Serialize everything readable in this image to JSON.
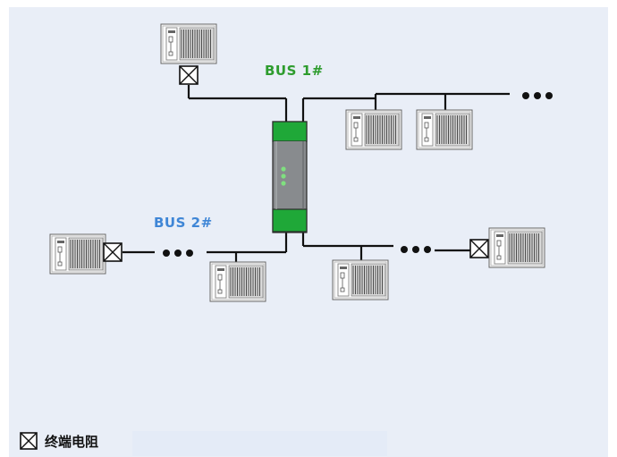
{
  "bus1": {
    "label": "BUS 1#",
    "color": "#2e9c2e"
  },
  "bus2": {
    "label": "BUS 2#",
    "color": "#3f86d6"
  },
  "legend": {
    "text": "终端电阻",
    "icon": "terminal-resistor-icon"
  },
  "colors": {
    "background": "#e9eef7",
    "hub_green": "#1fa838",
    "hub_gray": "#7d8083",
    "led": "#7fe07f",
    "line": "#111111"
  },
  "icons": {
    "device": "io-rack-icon",
    "terminator": "terminal-resistor-icon",
    "continuation": "ellipsis-icon",
    "hub": "repeater-hub-icon"
  }
}
